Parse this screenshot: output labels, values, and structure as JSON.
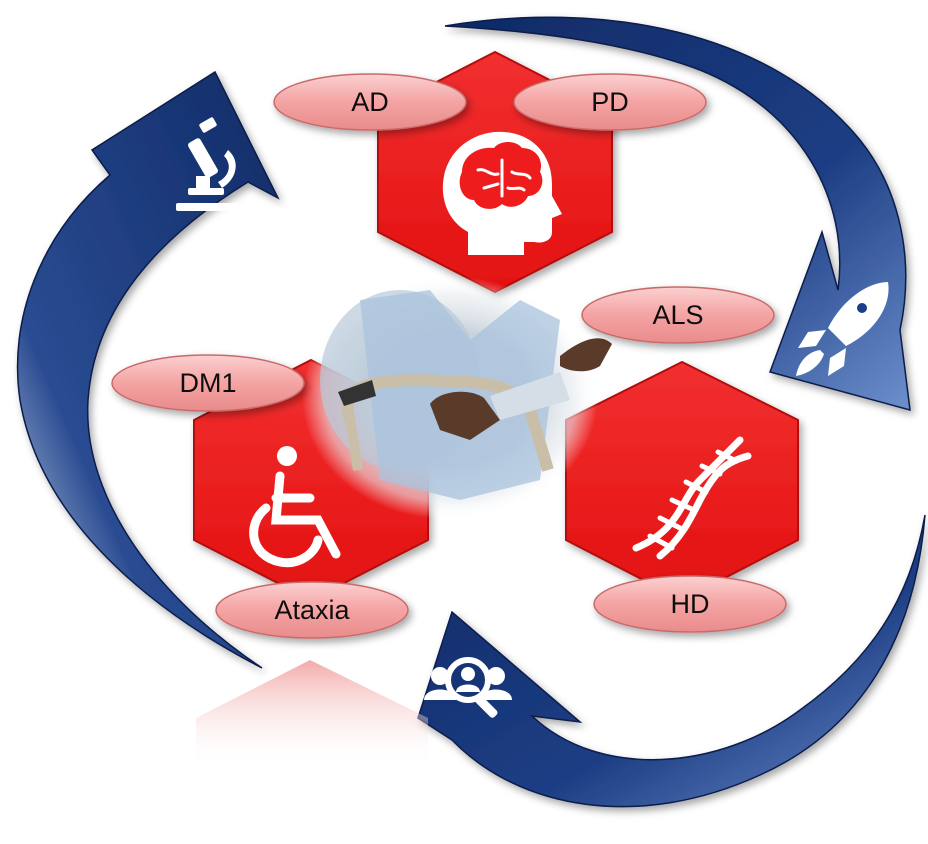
{
  "colors": {
    "arrow_dark": "#0f2a66",
    "arrow_light": "#3f64a8",
    "hexagon": "#ee1c1c",
    "hexagon_dark": "#b30f0f",
    "pill_fill": "#f4a3a3",
    "pill_stroke": "#c96a6a",
    "icon": "#ffffff"
  },
  "hexagons": [
    {
      "id": "brain",
      "icon": "brain-head-icon"
    },
    {
      "id": "wheelchair",
      "icon": "wheelchair-icon"
    },
    {
      "id": "dna",
      "icon": "dna-icon"
    }
  ],
  "labels": {
    "ad": "AD",
    "pd": "PD",
    "als": "ALS",
    "dm1": "DM1",
    "ataxia": "Ataxia",
    "hd": "HD"
  },
  "arrows": [
    {
      "id": "left",
      "icon": "microscope-icon"
    },
    {
      "id": "right",
      "icon": "rocket-icon"
    },
    {
      "id": "bottom",
      "icon": "people-search-icon"
    }
  ],
  "photo": {
    "icon": "patient-with-walker-photo"
  }
}
